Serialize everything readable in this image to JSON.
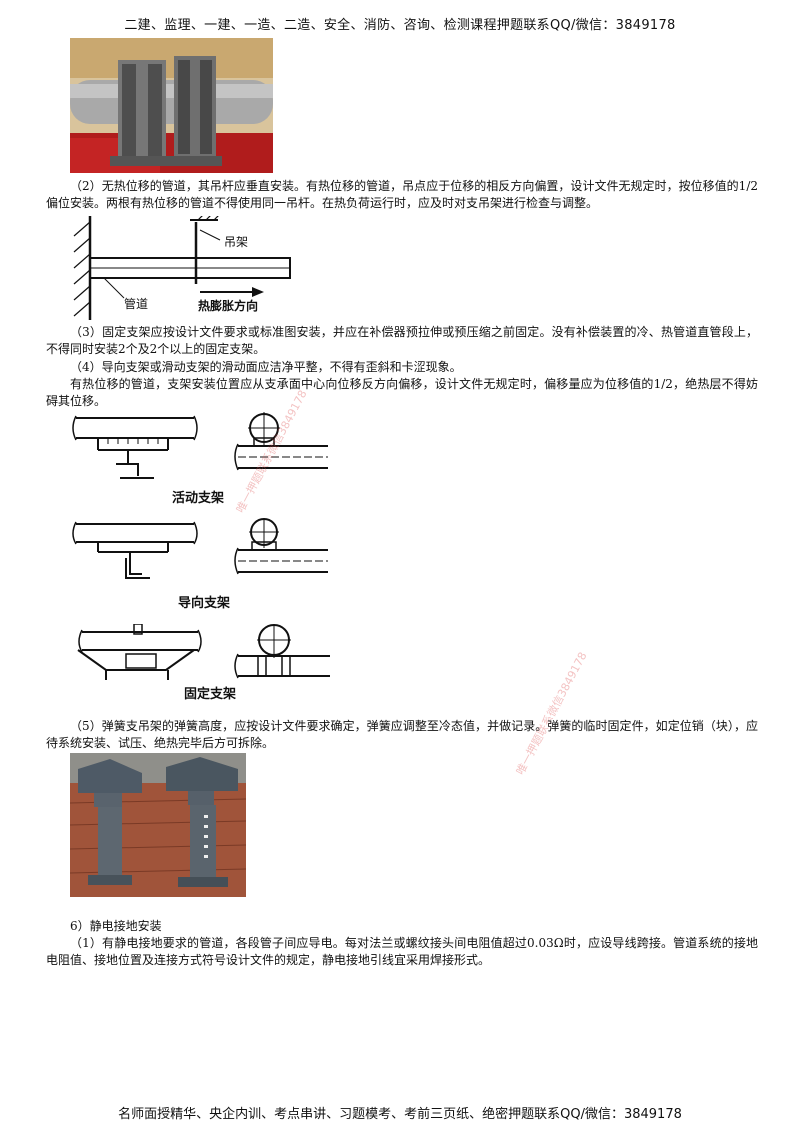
{
  "header": {
    "text": "二建、监理、一建、一造、二造、安全、消防、咨询、检测课程押题联系QQ/微信：3849178"
  },
  "footer": {
    "text": "名师面授精华、央企内训、考点串讲、习题模考、考前三页纸、绝密押题联系QQ/微信：3849178"
  },
  "paragraphs": {
    "p2": "（2）无热位移的管道，其吊杆应垂直安装。有热位移的管道，吊点应于位移的相反方向偏置，设计文件无规定时，按位移值的1/2偏位安装。两根有热位移的管道不得使用同一吊杆。在热负荷运行时，应及时对支吊架进行检查与调整。",
    "p3": "（3）固定支架应按设计文件要求或标准图安装，并应在补偿器预拉伸或预压缩之前固定。没有补偿装置的冷、热管道直管段上，不得同时安装2个及2个以上的固定支架。",
    "p4": "（4）导向支架或滑动支架的滑动面应洁净平整，不得有歪斜和卡涩现象。",
    "p4b": "有热位移的管道，支架安装位置应从支承面中心向位移反方向偏移，设计文件无规定时，偏移量应为位移值的1/2，绝热层不得妨碍其位移。",
    "p5": "（5）弹簧支吊架的弹簧高度，应按设计文件要求确定，弹簧应调整至冷态值，并做记录。弹簧的临时固定件，如定位销（块），应待系统安装、试压、绝热完毕后方可拆除。",
    "h6": "6）静电接地安装",
    "p6": "（1）有静电接地要求的管道，各段管子间应导电。每对法兰或螺纹接头间电阻值超过0.03Ω时，应设导线跨接。管道系统的接地电阻值、接地位置及连接方式符号设计文件的规定，静电接地引线宜采用焊接形式。"
  },
  "diagram_hanger": {
    "hanger_label": "吊架",
    "pipe_label": "管道",
    "expansion_label": "热膨胀方向"
  },
  "support_captions": {
    "sliding": "活动支架",
    "guide": "导向支架",
    "fixed": "固定支架"
  },
  "watermarks": {
    "w1": "唯一押题联系微信3849178",
    "w2": "唯一押题联系微信3849178"
  }
}
